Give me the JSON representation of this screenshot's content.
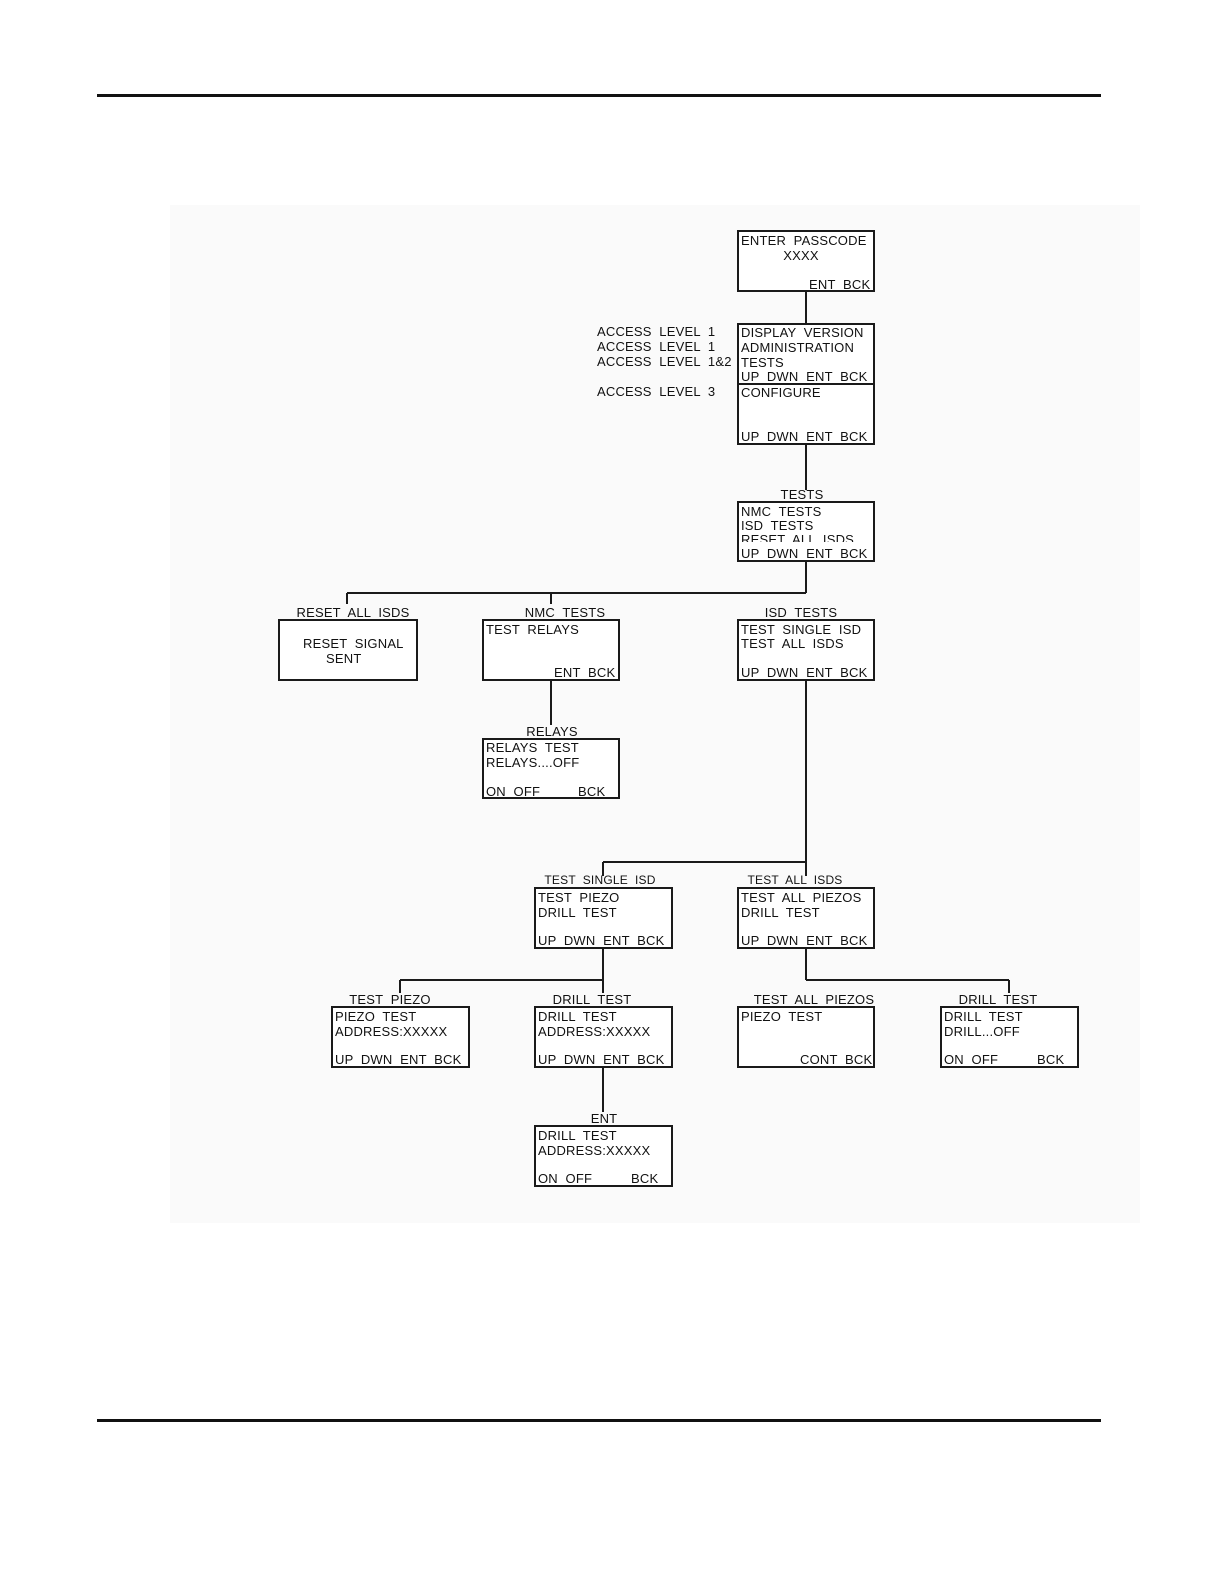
{
  "access_levels": [
    "ACCESS  LEVEL  1",
    "ACCESS  LEVEL  1",
    "ACCESS  LEVEL  1&2",
    "ACCESS  LEVEL  3"
  ],
  "screens": {
    "passcode": {
      "lines": [
        "ENTER  PASSCODE",
        "XXXX",
        "ENT  BCK"
      ]
    },
    "main_menu": {
      "lines": [
        "DISPLAY  VERSION",
        "ADMINISTRATION",
        "TESTS",
        "UP  DWN  ENT  BCK"
      ]
    },
    "configure": {
      "lines": [
        "CONFIGURE",
        "UP  DWN  ENT  BCK"
      ]
    },
    "tests": {
      "title": "TESTS",
      "lines": [
        "NMC  TESTS",
        "ISD  TESTS",
        "RESET  ALL  ISDS",
        "UP  DWN  ENT  BCK"
      ]
    },
    "reset_all": {
      "title": "RESET  ALL  ISDS",
      "lines": [
        "RESET  SIGNAL",
        "SENT"
      ]
    },
    "nmc_tests": {
      "title": "NMC  TESTS",
      "lines": [
        "TEST  RELAYS",
        "ENT  BCK"
      ]
    },
    "isd_tests": {
      "title": "ISD  TESTS",
      "lines": [
        "TEST  SINGLE  ISD",
        "TEST  ALL  ISDS",
        "UP  DWN  ENT  BCK"
      ]
    },
    "relays": {
      "title": "RELAYS",
      "lines": [
        "RELAYS  TEST",
        "RELAYS....OFF",
        "ON  OFF",
        "BCK"
      ]
    },
    "test_single_isd": {
      "title": "TEST  SINGLE  ISD",
      "lines": [
        "TEST  PIEZO",
        "DRILL  TEST",
        "UP  DWN  ENT  BCK"
      ]
    },
    "test_all_isds": {
      "title": "TEST  ALL  ISDS",
      "lines": [
        "TEST  ALL  PIEZOS",
        "DRILL  TEST",
        "UP  DWN  ENT  BCK"
      ]
    },
    "test_piezo": {
      "title": "TEST  PIEZO",
      "lines": [
        "PIEZO  TEST",
        "ADDRESS:XXXXX",
        "UP  DWN  ENT  BCK"
      ]
    },
    "drill_test_single": {
      "title": "DRILL  TEST",
      "lines": [
        "DRILL  TEST",
        "ADDRESS:XXXXX",
        "UP  DWN  ENT  BCK"
      ]
    },
    "test_all_piezos": {
      "title": "TEST  ALL  PIEZOS",
      "lines": [
        "PIEZO  TEST",
        "CONT  BCK"
      ]
    },
    "drill_test_all": {
      "title": "DRILL  TEST",
      "lines": [
        "DRILL  TEST",
        "DRILL...OFF",
        "ON  OFF",
        "BCK"
      ]
    },
    "drill_ent": {
      "title": "ENT",
      "lines": [
        "DRILL  TEST",
        "ADDRESS:XXXXX",
        "ON  OFF",
        "BCK"
      ]
    }
  }
}
